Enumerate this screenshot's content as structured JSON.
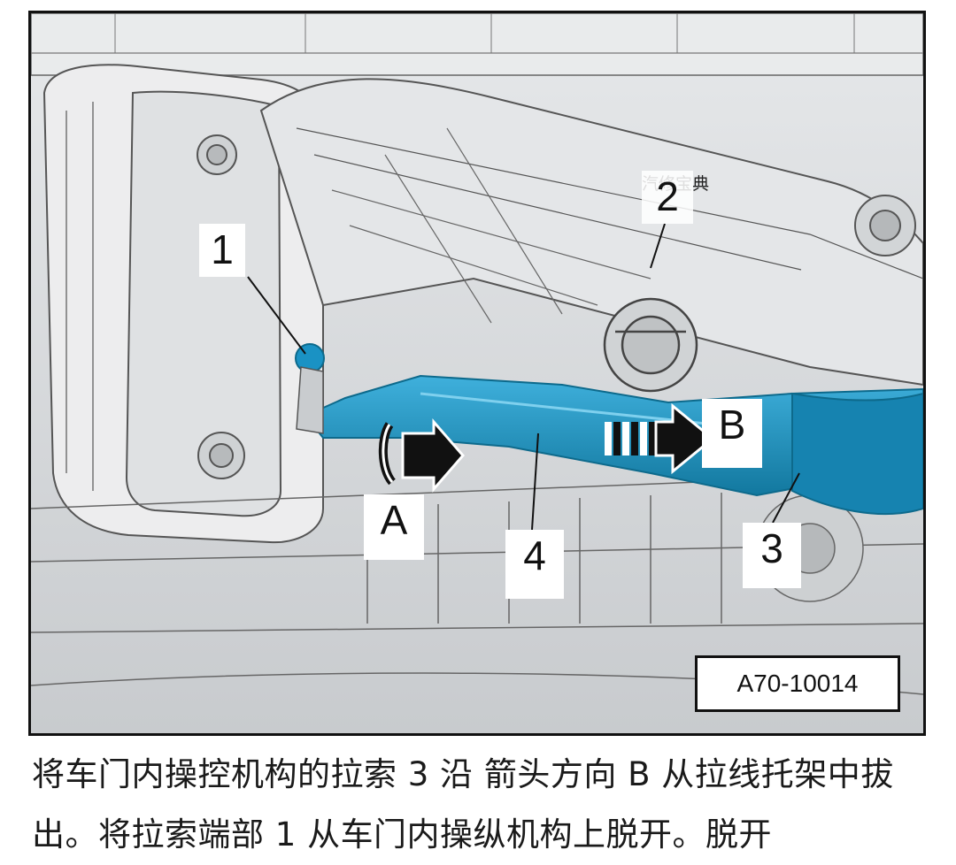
{
  "figure": {
    "callouts": {
      "c1": "1",
      "c2": "2",
      "c3": "3",
      "c4": "4",
      "cA": "A",
      "cB": "B"
    },
    "watermark": "汽修宝典",
    "code": "A70-10014"
  },
  "caption": {
    "text": "将车门内操控机构的拉索 3 沿 箭头方向 B 从拉线托架中拔出。将拉索端部 1 从车门内操纵机构上脱开。脱开"
  },
  "colors": {
    "cable": "#1a92c4",
    "background": "#d9dcde"
  }
}
